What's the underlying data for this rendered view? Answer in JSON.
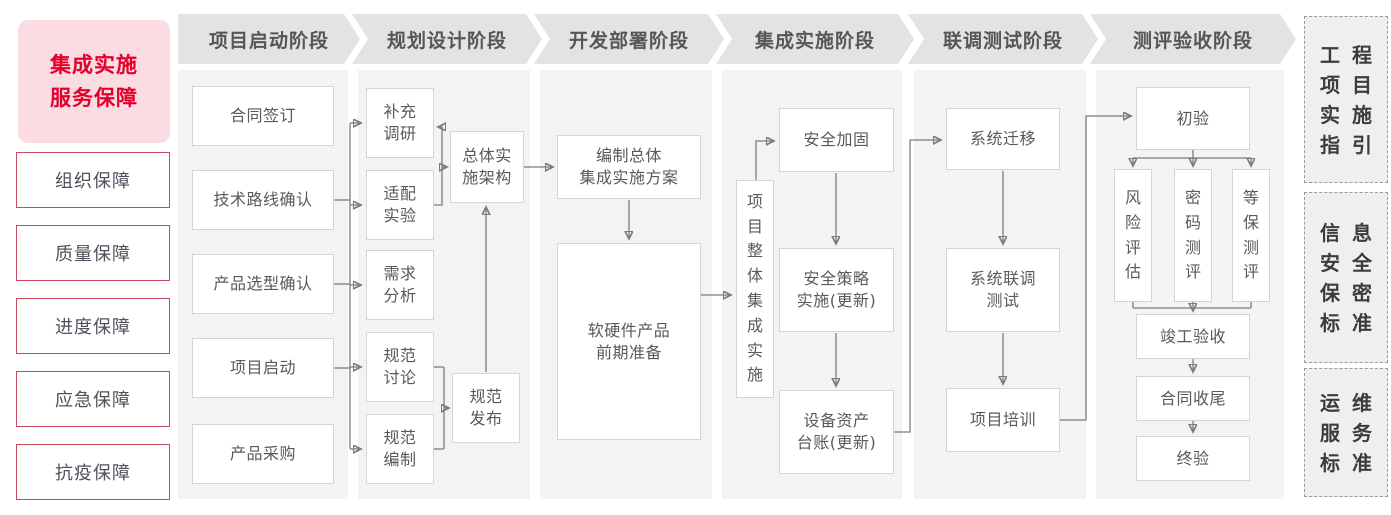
{
  "sidebar": {
    "title_lines": [
      "集成实施",
      "服务保障"
    ],
    "items": [
      "组织保障",
      "质量保障",
      "进度保障",
      "应急保障",
      "抗疫保障"
    ]
  },
  "phases": [
    {
      "header": "项目启动阶段",
      "nodes": [
        "合同签订",
        "技术路线确认",
        "产品选型确认",
        "项目启动",
        "产品采购"
      ]
    },
    {
      "header": "规划设计阶段",
      "nodes": [
        "补充\n调研",
        "适配\n实验",
        "需求\n分析",
        "规范\n讨论",
        "规范\n编制",
        "总体实\n施架构",
        "规范\n发布"
      ]
    },
    {
      "header": "开发部署阶段",
      "nodes": [
        "编制总体\n集成实施方案",
        "软硬件产品\n前期准备"
      ]
    },
    {
      "header": "集成实施阶段",
      "nodes": [
        "项目整体集成实施",
        "安全加固",
        "安全策略\n实施(更新)",
        "设备资产\n台账(更新)"
      ]
    },
    {
      "header": "联调测试阶段",
      "nodes": [
        "系统迁移",
        "系统联调\n测试",
        "项目培训"
      ]
    },
    {
      "header": "测评验收阶段",
      "nodes": [
        "初验",
        "风险评估",
        "密码测评",
        "等保测评",
        "竣工验收",
        "合同收尾",
        "终验"
      ]
    }
  ],
  "side_panels": [
    "工程项目实施指引",
    "信息安全保密标准",
    "运维服务标准"
  ],
  "colors": {
    "title_red": "#e4002b",
    "title_pink_bg": "#fadce2",
    "guarantee_border_red": "#c84a5f",
    "phase_header_bg": "#e3e3e3",
    "column_bg": "#f3f3f3",
    "node_border": "#d5d5d5",
    "text_gray": "#595959",
    "arrow_gray": "#7c7c7c",
    "panel_bg": "#efefef",
    "panel_border": "#9c9c9c"
  }
}
